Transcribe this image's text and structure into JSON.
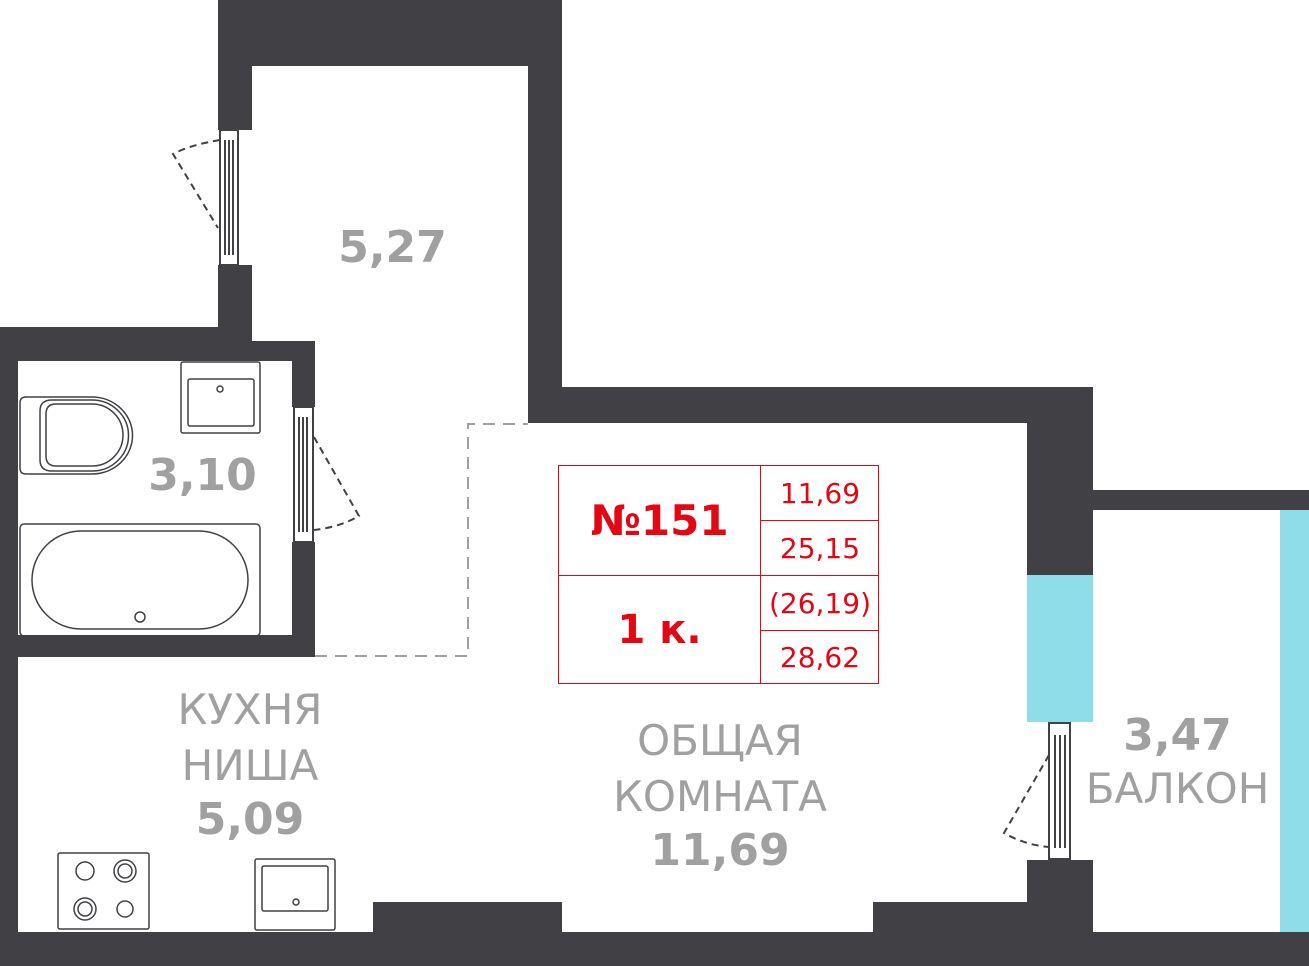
{
  "rooms": {
    "hall_area": "5,27",
    "bath_area": "3,10",
    "kitchen_name_1": "КУХНЯ",
    "kitchen_name_2": "НИША",
    "kitchen_area": "5,09",
    "living_name_1": "ОБЩАЯ",
    "living_name_2": "КОМНАТА",
    "living_area": "11,69",
    "balcony_area": "3,47",
    "balcony_name": "БАЛКОН"
  },
  "apartment": {
    "number": "№151",
    "rooms": "1 к.",
    "values": [
      "11,69",
      "25,15",
      "(26,19)",
      "28,62"
    ]
  },
  "colors": {
    "wall": "#414045",
    "window": "#8fdde8",
    "accent": "#e30613",
    "label": "#a0a0a0"
  }
}
